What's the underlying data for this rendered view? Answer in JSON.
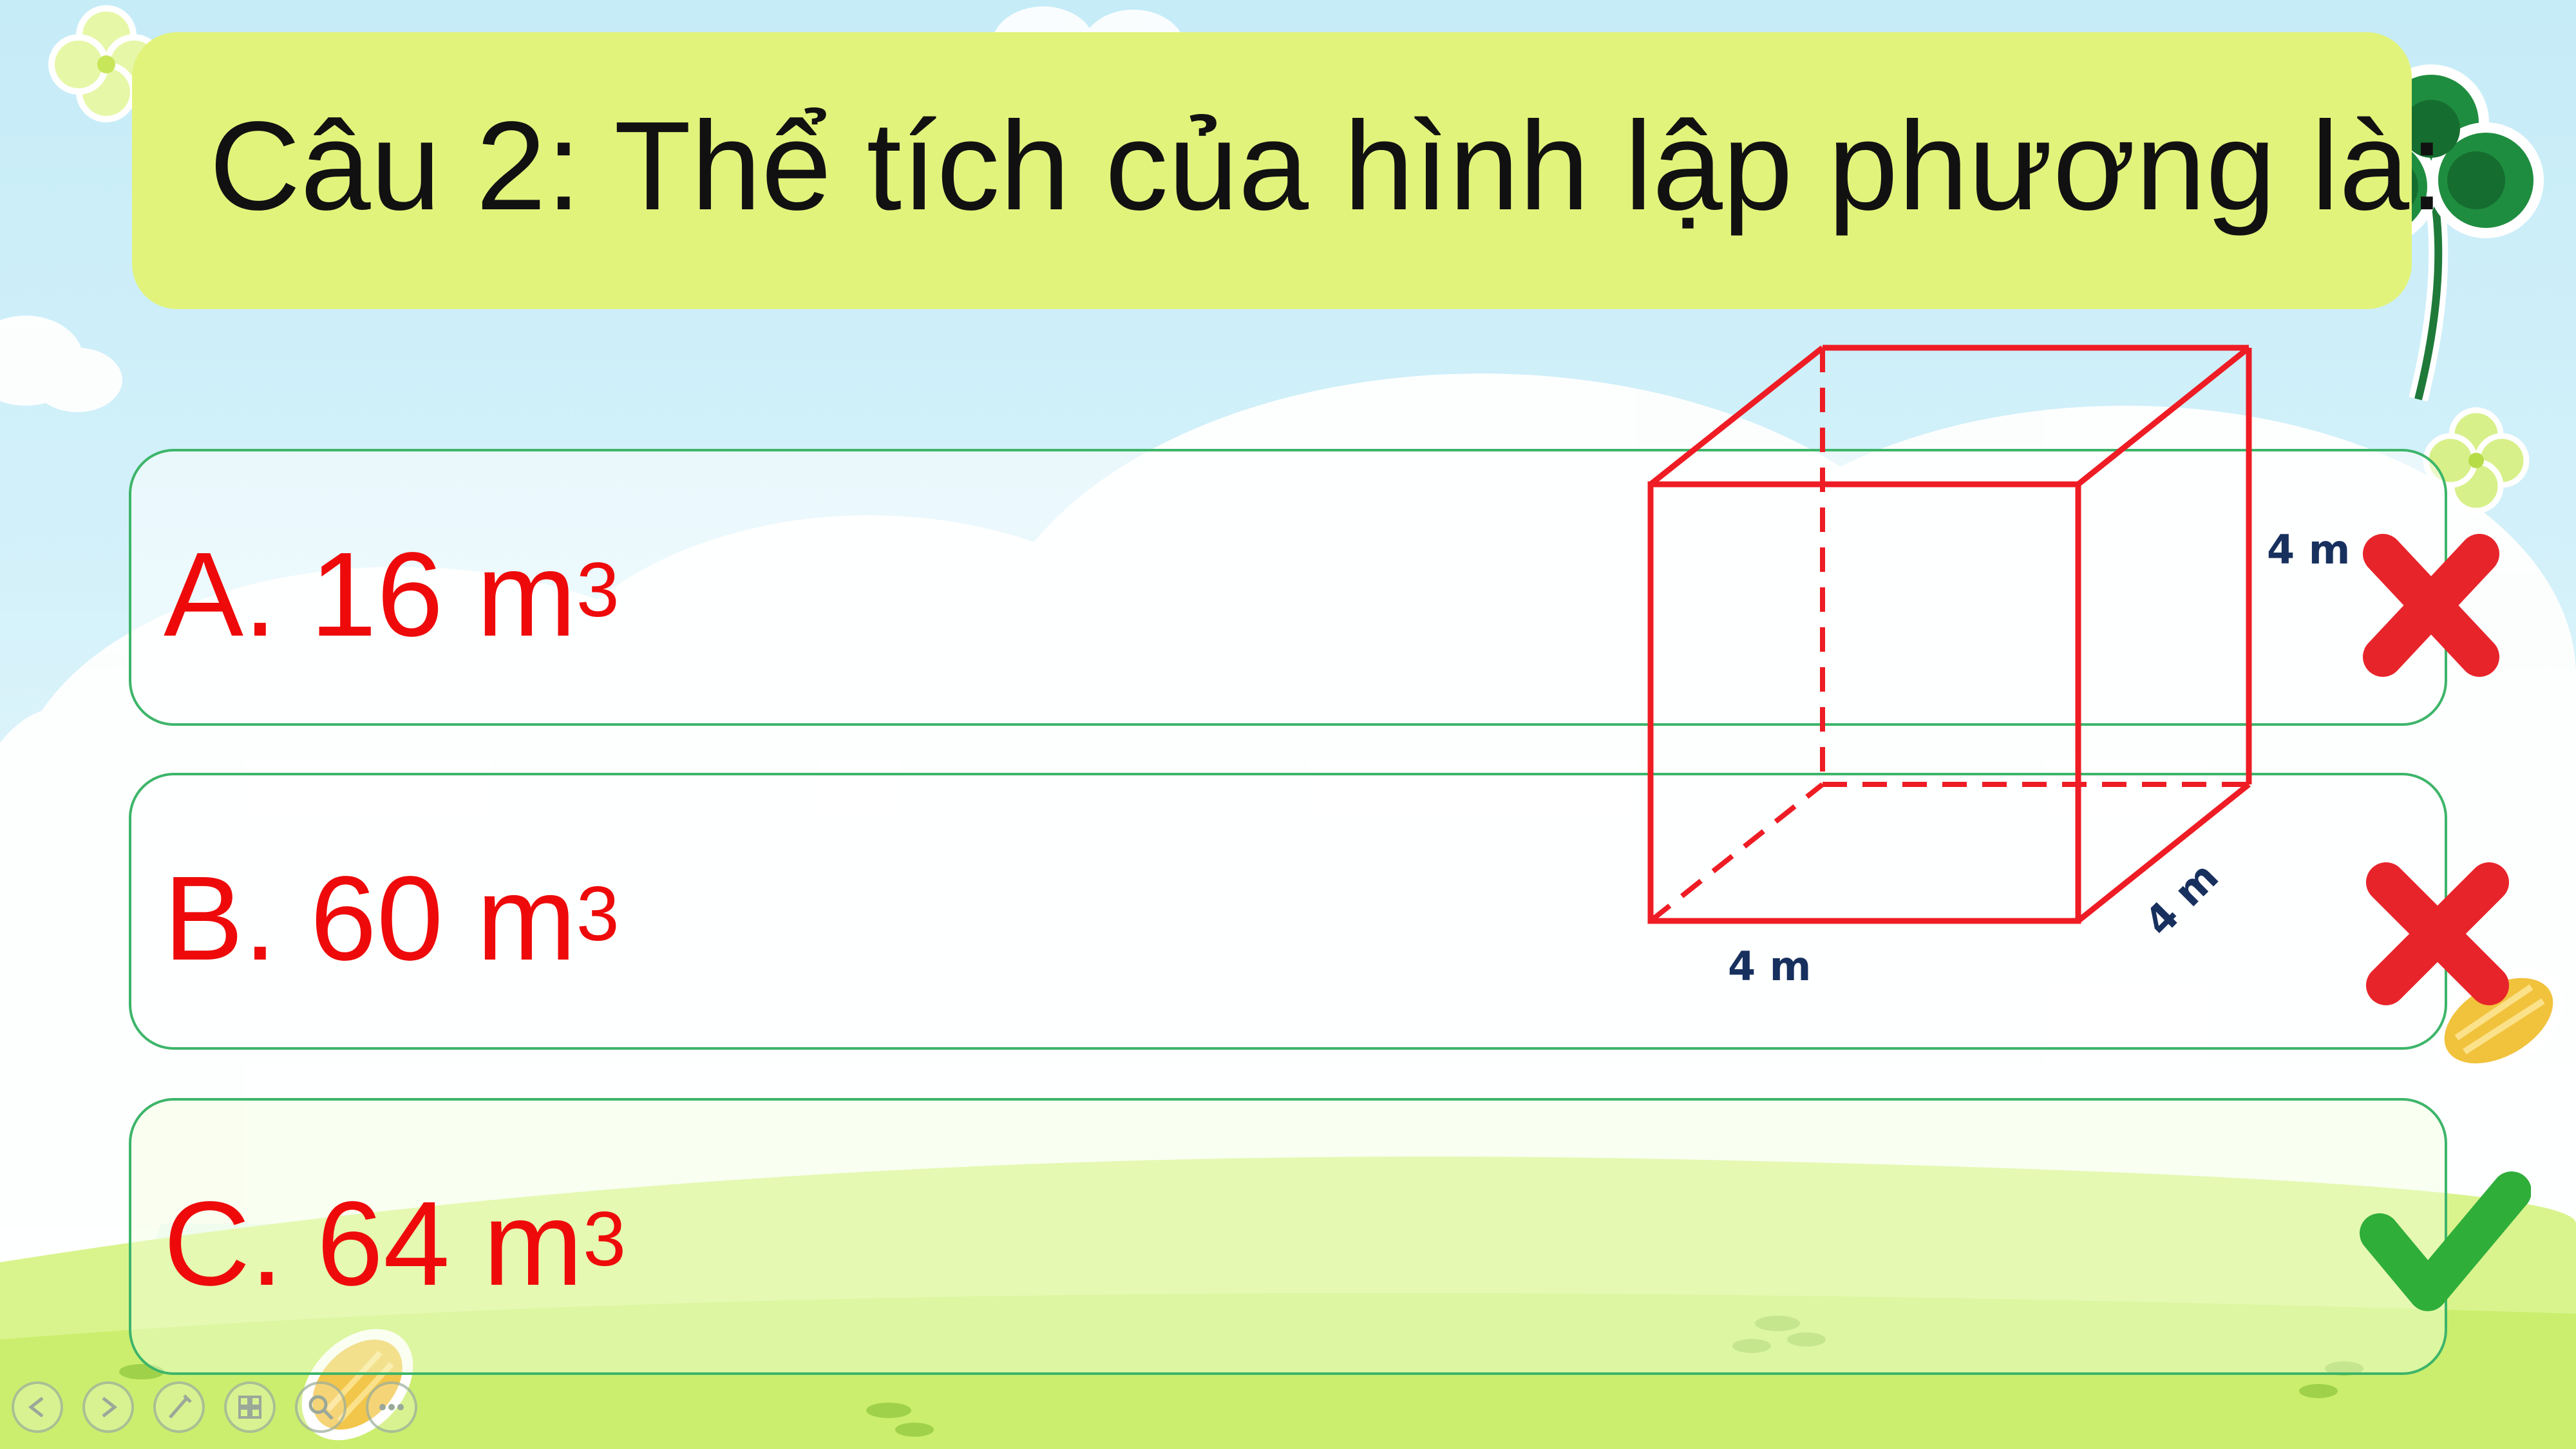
{
  "slide": {
    "question": "Câu 2:  Thể tích của hình lập phương là:",
    "answers": [
      {
        "label": "A. 16 m",
        "exponent": "3",
        "result": "wrong"
      },
      {
        "label": "B. 60 m",
        "exponent": "3",
        "result": "wrong"
      },
      {
        "label": "C. 64 m",
        "exponent": "3",
        "result": "correct"
      }
    ],
    "cube": {
      "edge_color": "#ee1c24",
      "dimension_labels": {
        "height": "4 m",
        "width": "4 m",
        "depth": "4 m"
      }
    },
    "marks": {
      "wrong_color": "#e8242b",
      "correct_color": "#2fae3a"
    }
  },
  "toolbar": {
    "buttons": [
      {
        "icon": "previous-icon"
      },
      {
        "icon": "next-icon"
      },
      {
        "icon": "pen-icon"
      },
      {
        "icon": "slides-grid-icon"
      },
      {
        "icon": "zoom-icon"
      },
      {
        "icon": "more-icon"
      }
    ]
  },
  "colors": {
    "sky": "#c6ecf8",
    "title_box": "#e2f37b",
    "answer_border": "#3db56a",
    "answer_text": "#ee0a0a",
    "ground": "#d4f07a"
  }
}
